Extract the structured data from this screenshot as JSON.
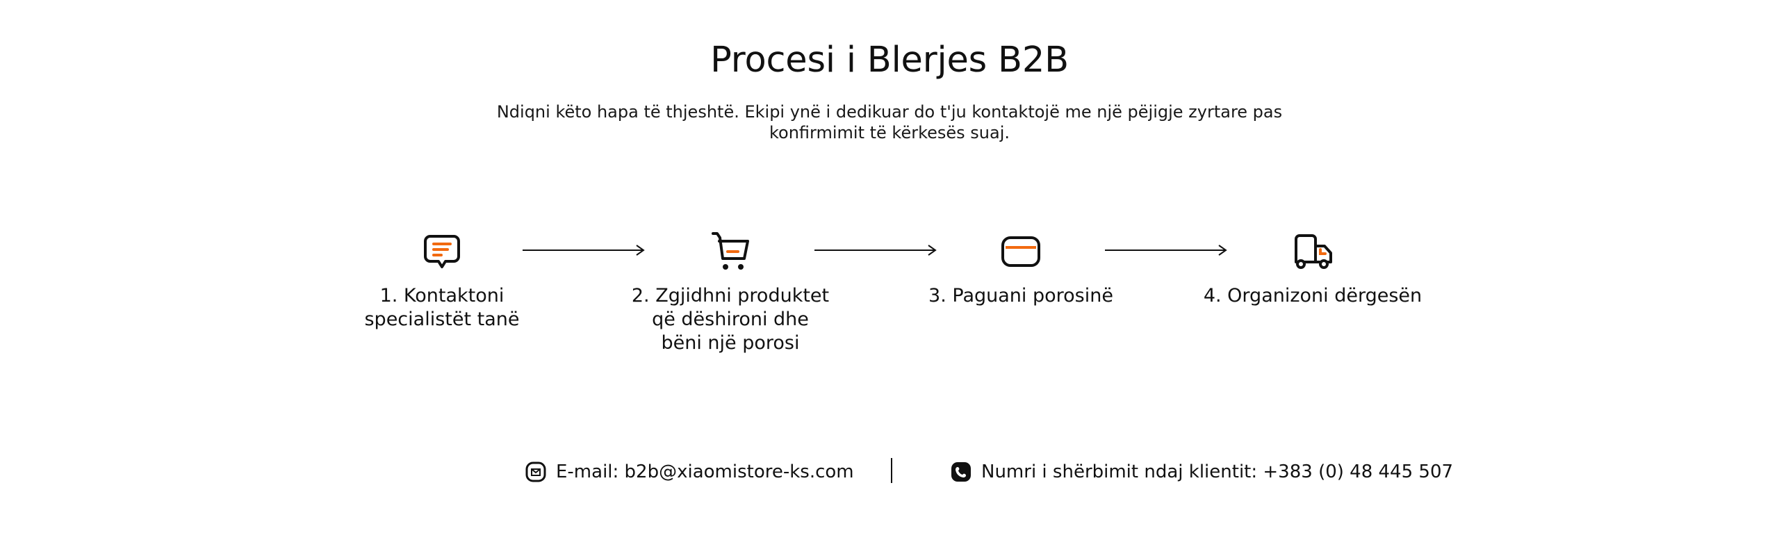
{
  "header": {
    "title": "Procesi i Blerjes B2B",
    "subtitle": "Ndiqni këto hapa të thjeshtë. Ekipi ynë i dedikuar do t'ju kontaktojë me një pëjigje zyrtare pas\nkonfirmimit të kërkesës suaj."
  },
  "steps": [
    {
      "icon": "chat-message-icon",
      "label": "1. Kontaktoni\nspecialistët tanë"
    },
    {
      "icon": "shopping-cart-icon",
      "label": "2. Zgjidhni produktet\nqë dëshironi dhe\nbëni një porosi"
    },
    {
      "icon": "credit-card-icon",
      "label": "3. Paguani porosinë"
    },
    {
      "icon": "delivery-truck-icon",
      "label": "4. Organizoni dërgesën"
    }
  ],
  "contact": {
    "email_label": "E-mail: b2b@xiaomistore-ks.com",
    "phone_label": "Numri i shërbimit ndaj klientit: +383 (0) 48 445 507",
    "email_icon": "mail-icon",
    "phone_icon": "phone-icon"
  },
  "colors": {
    "accent": "#f26a10",
    "text": "#111111",
    "background": "#ffffff"
  }
}
